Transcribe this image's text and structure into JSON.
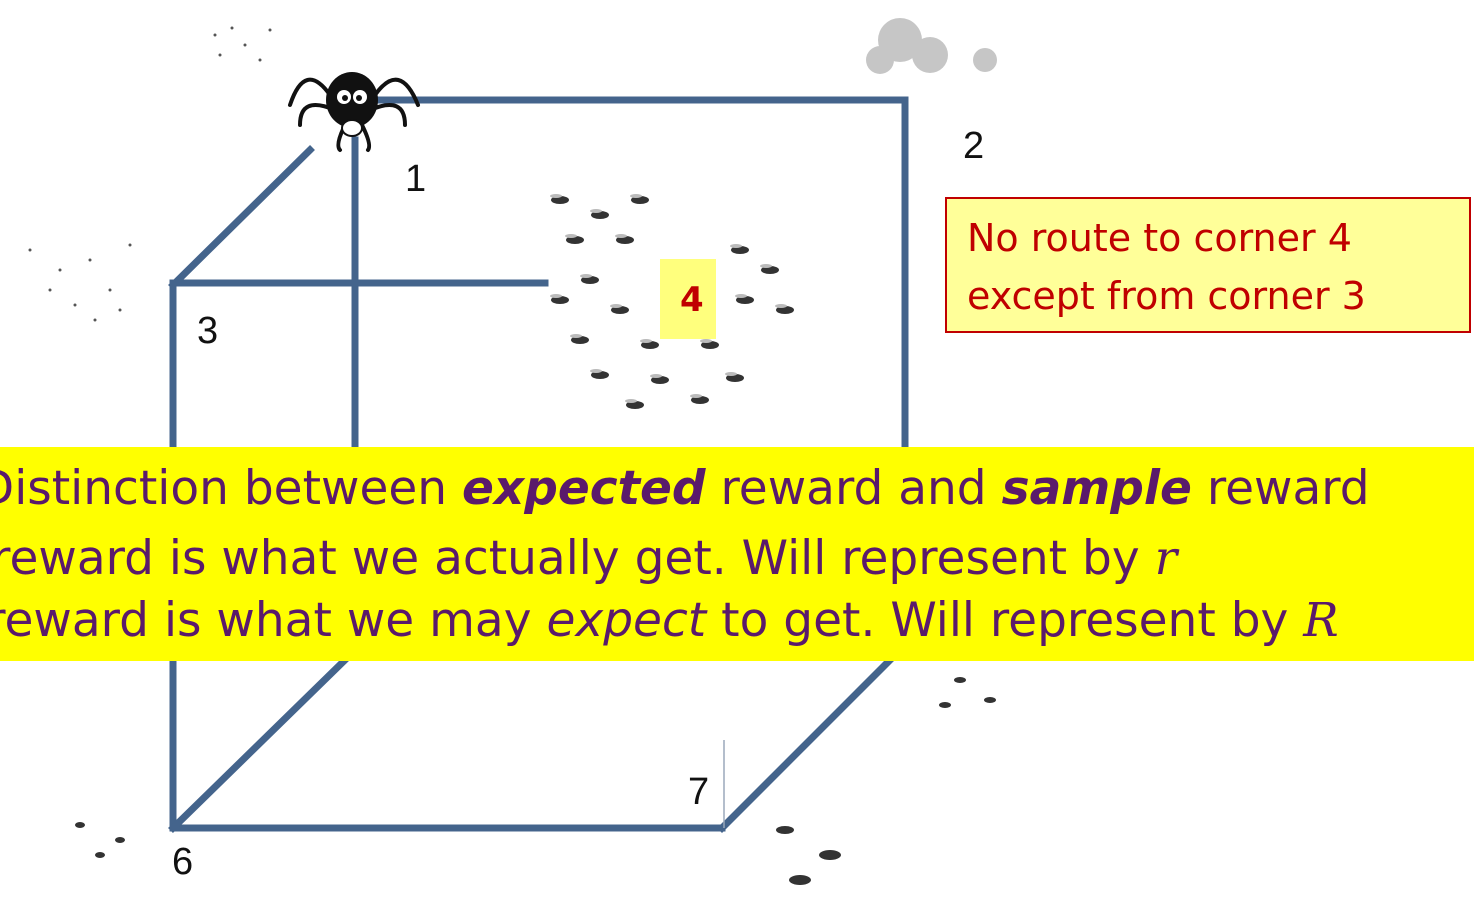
{
  "corners": {
    "c1": "1",
    "c2": "2",
    "c3": "3",
    "c4": "4",
    "c6": "6",
    "c7": "7"
  },
  "note": {
    "line1": "No route to corner 4",
    "line2": "except from corner 3"
  },
  "banner": {
    "line1_pre": "Distinction between ",
    "line1_em1": "expected",
    "line1_mid": " reward and ",
    "line1_em2": "sample",
    "line1_post": " reward",
    "line2_pre": "Sample reward is what we actually get.  Will represent by ",
    "line2_var": "r",
    "line3_pre": "Expected reward is what we may ",
    "line3_em": "expect",
    "line3_post": " to get.  Will represent by ",
    "line3_var": "R"
  },
  "colors": {
    "edge": "#44648c",
    "note_text": "#c00000",
    "banner_bg": "#ffff00",
    "banner_text": "#5a1a6b",
    "target_bg": "#ffff66"
  },
  "icons": [
    "spider-icon",
    "fly-swarm-icon"
  ]
}
